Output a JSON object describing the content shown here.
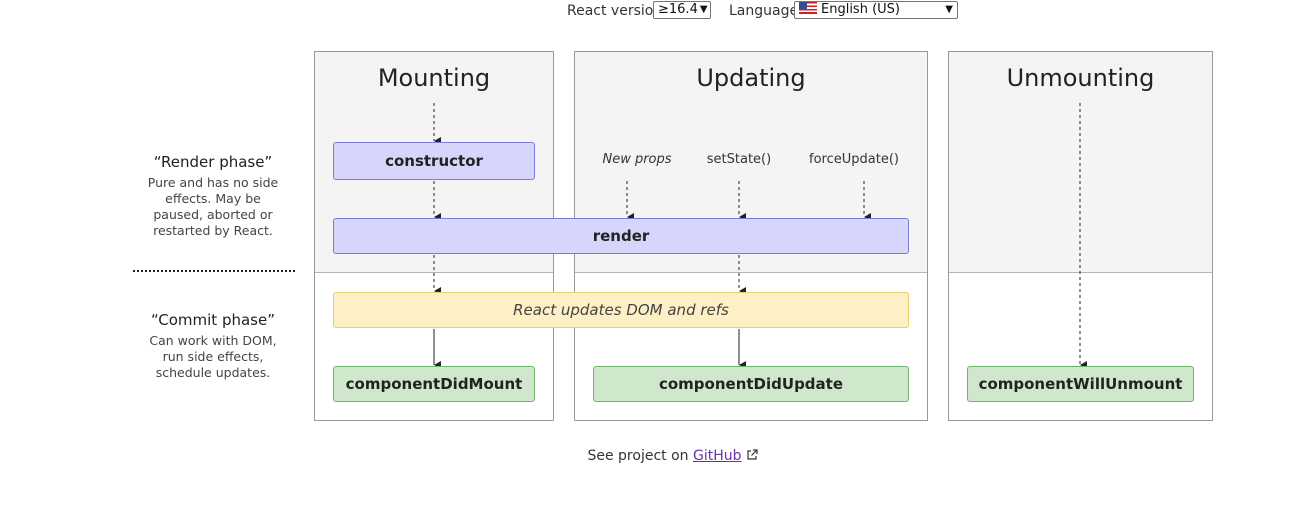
{
  "controls": {
    "version_label": "React version",
    "version_value": "≥16.4",
    "language_label": "Language",
    "language_value": "English (US)"
  },
  "columns": {
    "mounting": "Mounting",
    "updating": "Updating",
    "unmounting": "Unmounting"
  },
  "phases": {
    "render_title": "“Render phase”",
    "render_desc": "Pure and has no side effects. May be paused, aborted or restarted by React.",
    "commit_title": "“Commit phase”",
    "commit_desc": "Can work with DOM, run side effects, schedule updates."
  },
  "triggers": {
    "new_props": "New props",
    "set_state": "setState()",
    "force_update": "forceUpdate()"
  },
  "nodes": {
    "constructor": "constructor",
    "render": "render",
    "dom_update": "React updates DOM and refs",
    "did_mount": "componentDidMount",
    "did_update": "componentDidUpdate",
    "will_unmount": "componentWillUnmount"
  },
  "footer": {
    "prefix": "See project on",
    "link": "GitHub"
  },
  "colors": {
    "render_phase_bg": "#f4f4f4",
    "purple": "#d6d6fc",
    "yellow": "#fdf0c4",
    "green": "#cfe8cc",
    "link": "#6a2fb0"
  }
}
